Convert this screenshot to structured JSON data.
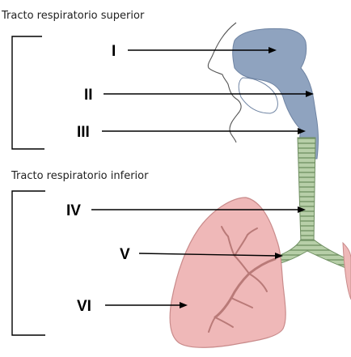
{
  "sections": {
    "upper_title": "Tracto respiratorio superior",
    "lower_title": "Tracto respiratorio inferior"
  },
  "labels": {
    "I": "I",
    "II": "II",
    "III": "III",
    "IV": "IV",
    "V": "V",
    "VI": "VI"
  },
  "colors": {
    "airway": "#8fa3bf",
    "airway_dark": "#6f84a3",
    "trachea": "#a9c49a",
    "trachea_ring": "#6f8f62",
    "lung": "#efb8b8",
    "lung_edge": "#c98b8b",
    "bronchi": "#b97a78",
    "pointer": "#000000"
  }
}
